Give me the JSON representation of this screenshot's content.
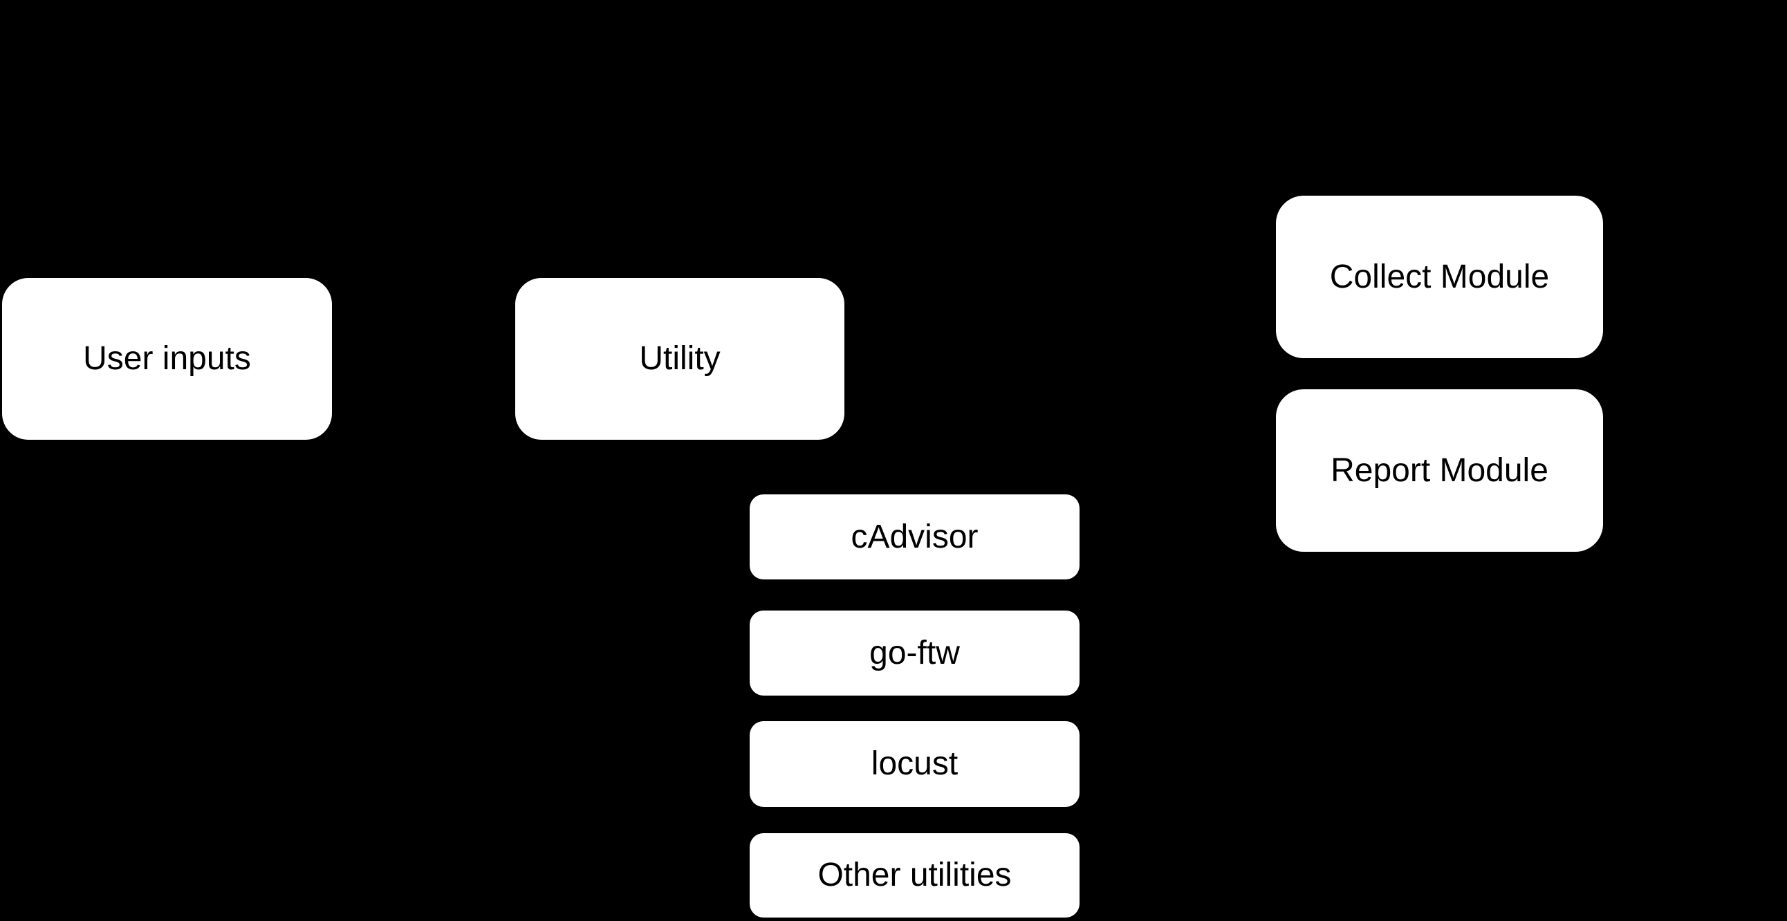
{
  "diagram": {
    "type": "flowchart",
    "background_color": "#000000",
    "node_fill_color": "#ffffff",
    "node_text_color": "#000000",
    "nodes": {
      "user_inputs": {
        "label": "User inputs"
      },
      "utility": {
        "label": "Utility"
      },
      "cadvisor": {
        "label": "cAdvisor"
      },
      "go_ftw": {
        "label": "go-ftw"
      },
      "locust": {
        "label": "locust"
      },
      "other_utilities": {
        "label": "Other utilities"
      },
      "collect_module": {
        "label": "Collect Module"
      },
      "report_module": {
        "label": "Report Module"
      }
    }
  }
}
